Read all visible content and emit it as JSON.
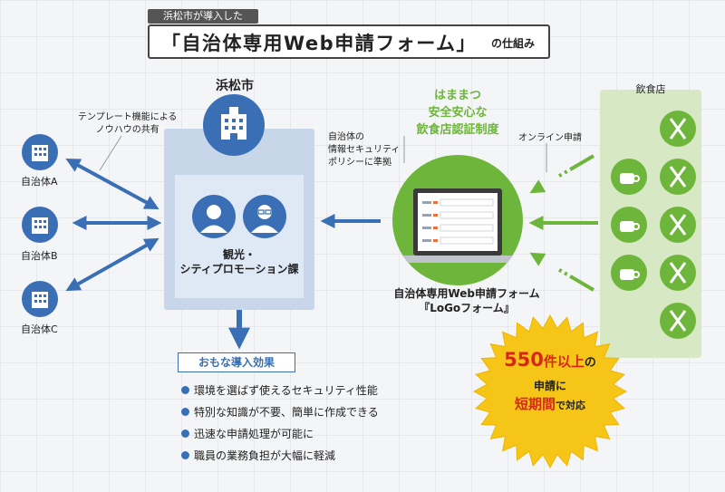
{
  "header": {
    "subtitle": "浜松市が導入した",
    "title": "「自治体専用Web申請フォーム」",
    "title_suffix": "の仕組み"
  },
  "city": {
    "name": "浜松市",
    "department_line1": "観光・",
    "department_line2": "シティプロモーション課"
  },
  "municipalities": [
    {
      "label": "自治体A"
    },
    {
      "label": "自治体B"
    },
    {
      "label": "自治体C"
    }
  ],
  "annotations": {
    "template_line1": "テンプレート機能による",
    "template_line2": "ノウハウの共有",
    "policy_line1": "自治体の",
    "policy_line2": "情報セキュリティ",
    "policy_line3": "ポリシーに準拠",
    "online": "オンライン申請"
  },
  "certification": {
    "line1": "はままつ",
    "line2": "安全安心な",
    "line3": "飲食店認証制度"
  },
  "form": {
    "name_line1": "自治体専用Web申請フォーム",
    "name_line2": "『LoGoフォーム』"
  },
  "restaurants": {
    "title": "飲食店"
  },
  "effects": {
    "heading": "おもな導入効果",
    "items": [
      "環境を選ばず使えるセキュリティ性能",
      "特別な知識が不要、簡単に作成できる",
      "迅速な申請処理が可能に",
      "職員の業務負担が大幅に軽減"
    ]
  },
  "burst": {
    "count": "550",
    "count_suffix": "件以上",
    "particle": "の",
    "line2": "申請に",
    "line3_em": "短期間",
    "line3_rest": "で対応"
  },
  "colors": {
    "blue": "#3a6fb5",
    "green": "#6eb63b",
    "red": "#d9261c",
    "yellow": "#f5c518"
  }
}
